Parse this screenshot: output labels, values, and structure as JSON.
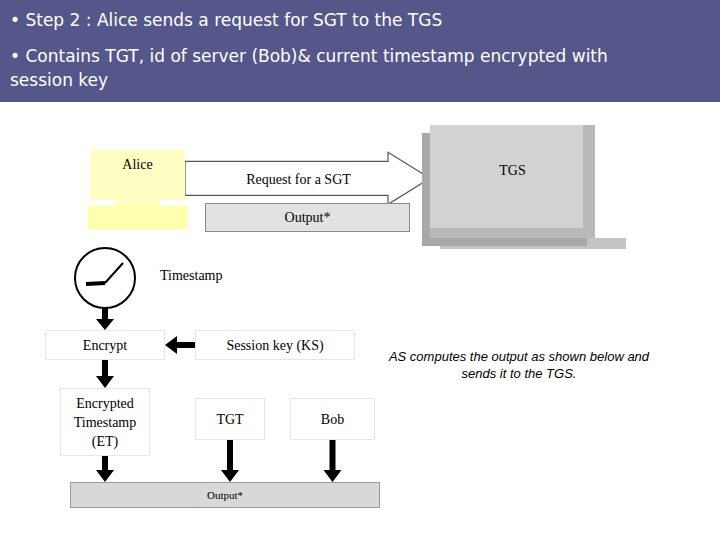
{
  "diagram": {
    "title": "• Step 2 : Alice sends a request for SGT to the TGS",
    "nodes": [
      {
        "text": [
          "Alice"
        ]
      },
      {
        "text": [
          "TGS"
        ]
      },
      {
        "text": [
          "Output*"
        ]
      },
      {
        "text": [
          "Encrypt"
        ]
      },
      {
        "text": [
          "Session key (KS)"
        ]
      },
      {
        "text": [
          "Encrypted Timestamp (ET)"
        ]
      },
      {
        "text": [
          "TGT"
        ]
      },
      {
        "text": [
          "Bob"
        ]
      },
      {
        "text": [
          "Output*"
        ]
      }
    ],
    "edges": [
      {
        "from": 0,
        "to": 1,
        "label": "Request for a SGT",
        "arrow": "to"
      },
      {
        "from": 4,
        "to": 3,
        "arrow": "to"
      },
      {
        "from": 3,
        "to": 5,
        "arrow": "to"
      },
      {
        "from": 5,
        "to": 8,
        "arrow": "to"
      },
      {
        "from": 6,
        "to": 8,
        "arrow": "to"
      },
      {
        "from": 7,
        "to": 8,
        "arrow": "to"
      }
    ],
    "labels": [
      "• Contains TGT, id of server (Bob)& current timestamp encrypted with session key",
      "Timestamp",
      "AS computes the output as shown below and sends it to the TGS."
    ]
  }
}
